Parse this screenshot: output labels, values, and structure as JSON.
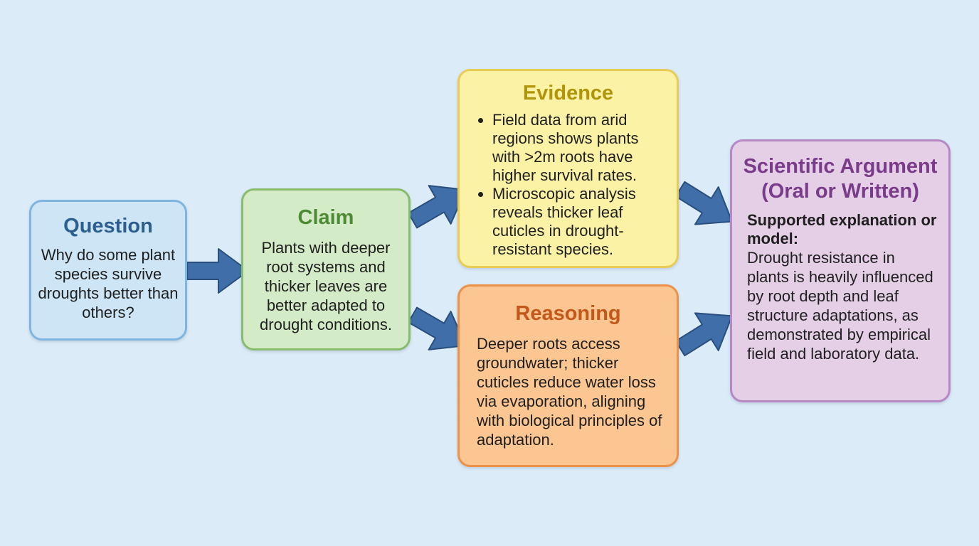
{
  "question": {
    "title": "Question",
    "text": "Why do some plant species survive droughts better than others?"
  },
  "claim": {
    "title": "Claim",
    "text": "Plants with deeper root systems and thicker leaves are better adapted to drought conditions."
  },
  "evidence": {
    "title": "Evidence",
    "items": [
      "Field data from arid regions shows plants with >2m roots have higher survival rates.",
      "Microscopic analysis reveals thicker leaf cuticles in drought-resistant species."
    ]
  },
  "reasoning": {
    "title": "Reasoning",
    "text": "Deeper roots access groundwater; thicker cuticles reduce water loss via evaporation, aligning with biological principles of adaptation."
  },
  "argument": {
    "title": "Scientific Argument (Oral or Written)",
    "subtitle": "Supported explanation or model:",
    "text": "Drought resistance in plants is heavily influenced by root depth and leaf structure adaptations, as demonstrated by empirical field and laboratory data."
  },
  "colors": {
    "arrow_fill": "#3f6ea8",
    "arrow_stroke": "#2a4f7e"
  }
}
